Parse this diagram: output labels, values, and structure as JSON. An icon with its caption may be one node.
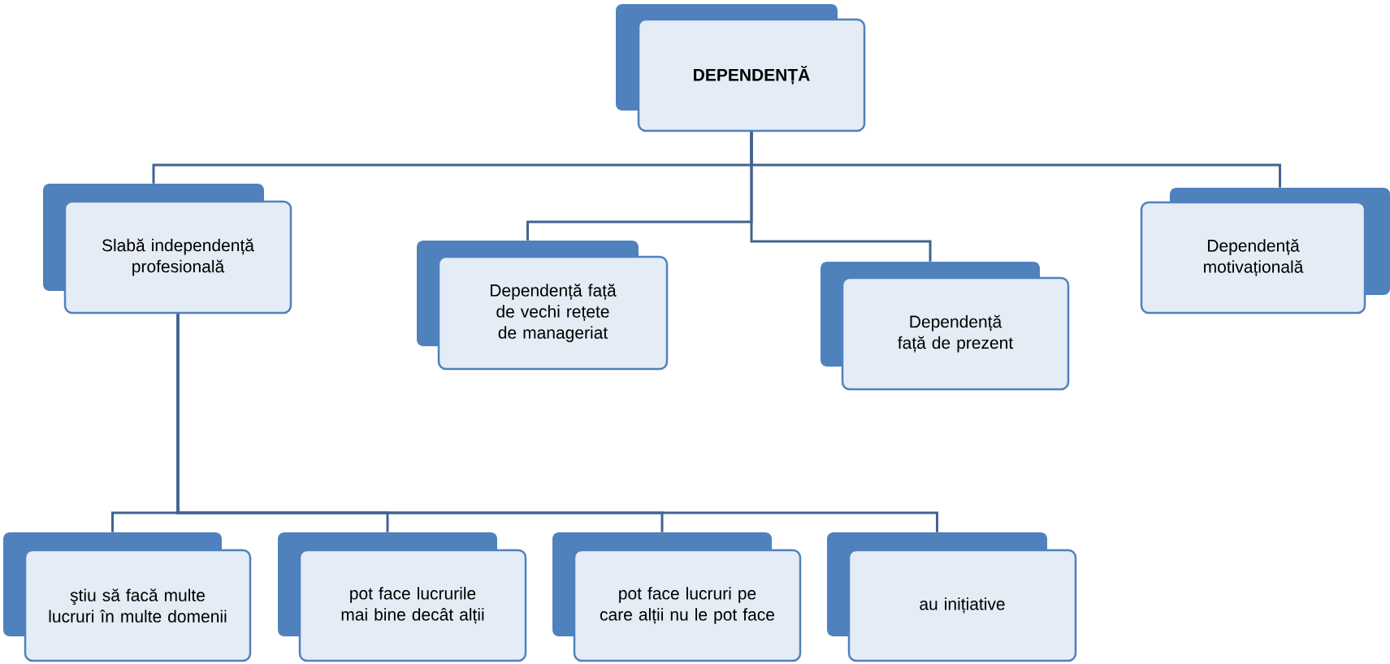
{
  "diagram": {
    "nodes": [
      {
        "text": [
          "DEPENDENȚĂ"
        ]
      },
      {
        "text": [
          "Slabă independență profesională"
        ]
      },
      {
        "text": [
          "Dependență față de vechi rețete de manageriat"
        ]
      },
      {
        "text": [
          "Dependență față de prezent"
        ]
      },
      {
        "text": [
          "Dependență motivațională"
        ]
      },
      {
        "text": [
          "ştiu să facă multe lucruri în multe domenii"
        ]
      },
      {
        "text": [
          "pot face lucrurile mai bine decât alții"
        ]
      },
      {
        "text": [
          "pot face lucruri pe care alții nu le pot face"
        ]
      },
      {
        "text": [
          "au inițiative"
        ]
      }
    ],
    "edges": [
      {
        "from": 0,
        "to": 1,
        "arrow": "none"
      },
      {
        "from": 0,
        "to": 2,
        "arrow": "none"
      },
      {
        "from": 0,
        "to": 3,
        "arrow": "none"
      },
      {
        "from": 0,
        "to": 4,
        "arrow": "none"
      },
      {
        "from": 1,
        "to": 5,
        "arrow": "none"
      },
      {
        "from": 1,
        "to": 6,
        "arrow": "none"
      },
      {
        "from": 1,
        "to": 7,
        "arrow": "none"
      },
      {
        "from": 1,
        "to": 8,
        "arrow": "none"
      }
    ]
  }
}
